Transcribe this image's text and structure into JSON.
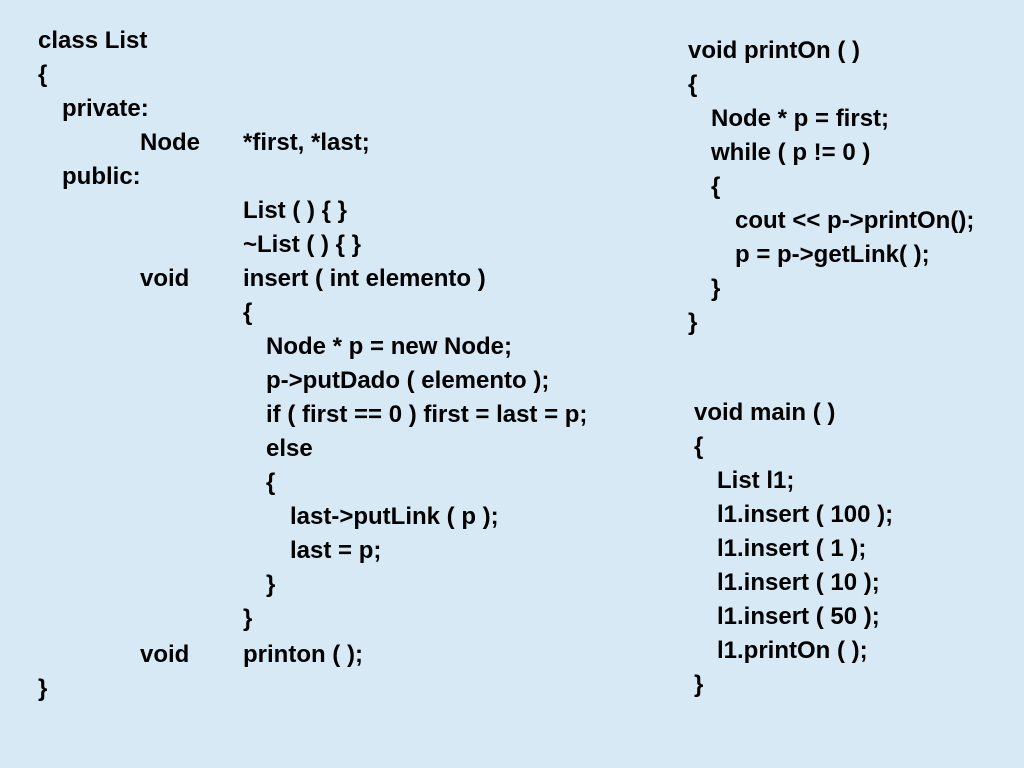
{
  "theme": {
    "background": "#d6e9f5",
    "text_color": "#000000"
  },
  "class_list_code": {
    "class_header": "class List",
    "open_brace": "{",
    "private_label": "private:",
    "node_type": "Node",
    "node_fields": "*first, *last;",
    "public_label": "public:",
    "constructor": "List ( ) { }",
    "destructor": "~List ( ) { }",
    "insert_return_type": "void",
    "insert_signature": "insert ( int elemento )",
    "insert_open_brace": "{",
    "insert_new_node": "Node * p = new Node;",
    "insert_put_dado": "p->putDado ( elemento );",
    "insert_if_first": "if ( first == 0 ) first = last = p;",
    "insert_else": "else",
    "else_open_brace": "{",
    "else_put_link": "last->putLink ( p );",
    "else_assign_last": "last = p;",
    "else_close_brace": "}",
    "insert_close_brace": "}",
    "printon_return_type": "void",
    "printon_signature": "printon ( );",
    "close_brace": "}"
  },
  "print_on_code": {
    "signature": "void printOn ( )",
    "open_brace": "{",
    "node_init": "Node * p = first;",
    "while_header": "while ( p != 0 )",
    "while_open_brace": "{",
    "cout_line": "cout << p->printOn();",
    "advance_line": "p = p->getLink( );",
    "while_close_brace": "}",
    "close_brace": "}"
  },
  "main_code": {
    "signature": "void main ( )",
    "open_brace": "{",
    "declare_list": "List l1;",
    "insert_100": "l1.insert ( 100 );",
    "insert_1": "l1.insert ( 1 );",
    "insert_10": "l1.insert ( 10 );",
    "insert_50": "l1.insert ( 50 );",
    "print_call": "l1.printOn ( );",
    "close_brace": "}"
  }
}
